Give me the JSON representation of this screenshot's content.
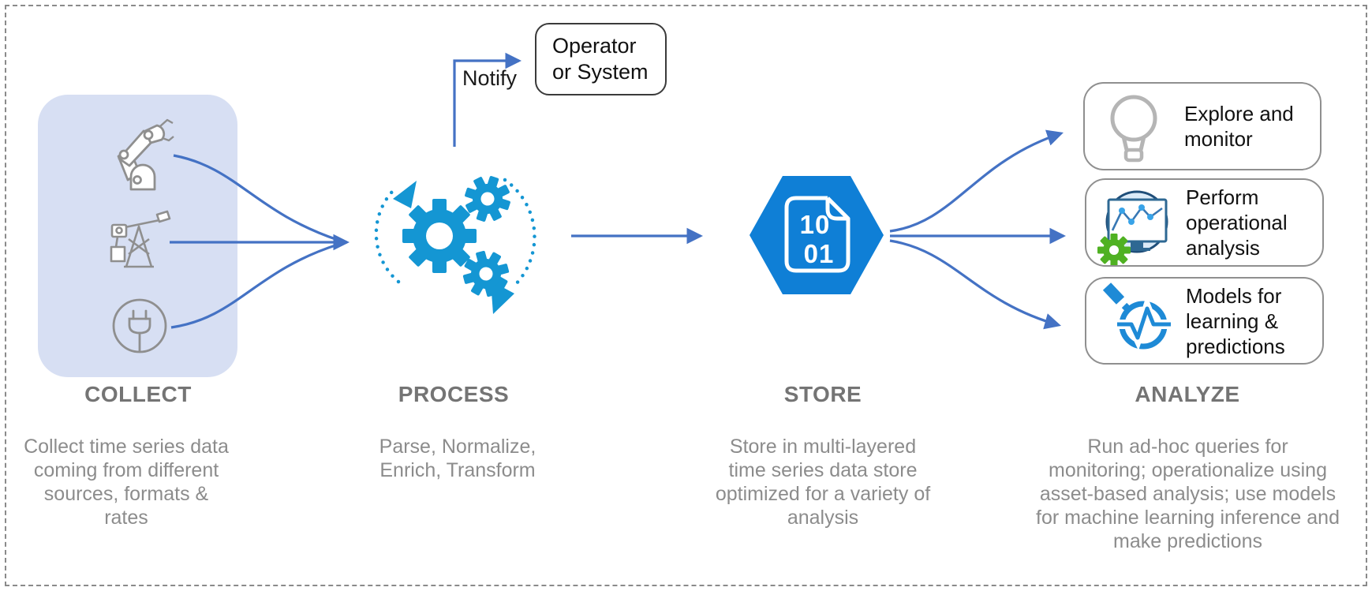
{
  "columns": [
    {
      "title": "COLLECT",
      "desc_lines": [
        "Collect time series data",
        "coming from different",
        "sources, formats & rates"
      ]
    },
    {
      "title": "PROCESS",
      "desc_lines": [
        "Parse, Normalize,",
        "Enrich, Transform"
      ]
    },
    {
      "title": "STORE",
      "desc_lines": [
        "Store in multi-layered",
        "time series data store",
        "optimized for a variety of",
        "analysis"
      ]
    },
    {
      "title": "ANALYZE",
      "desc_lines": [
        "Run ad-hoc queries for",
        "monitoring; operationalize using",
        "asset-based analysis; use models",
        "for machine learning inference and",
        "make predictions"
      ]
    }
  ],
  "notify": {
    "label": "Notify",
    "box_lines": [
      "Operator",
      "or System"
    ]
  },
  "store": {
    "doc_line1": "10",
    "doc_line2": "01"
  },
  "analyze_boxes": [
    {
      "icon": "lightbulb-icon",
      "lines": [
        "Explore and",
        "monitor"
      ]
    },
    {
      "icon": "operational-analysis-icon",
      "lines": [
        "Perform",
        "operational",
        "analysis"
      ]
    },
    {
      "icon": "model-search-icon",
      "lines": [
        "Models for",
        "learning &",
        "predictions"
      ]
    }
  ],
  "colors": {
    "arrow_blue": "#4472C4",
    "process_cyan": "#1496D3",
    "hexagon_blue": "#0F7FD6",
    "collect_panel": "#D7DFF3",
    "title_gray": "#747474",
    "desc_gray": "#8C8C8C",
    "icon_gray": "#8F8F8F",
    "green_gear": "#4FB122",
    "magnifier_blue": "#1E8AD6"
  }
}
